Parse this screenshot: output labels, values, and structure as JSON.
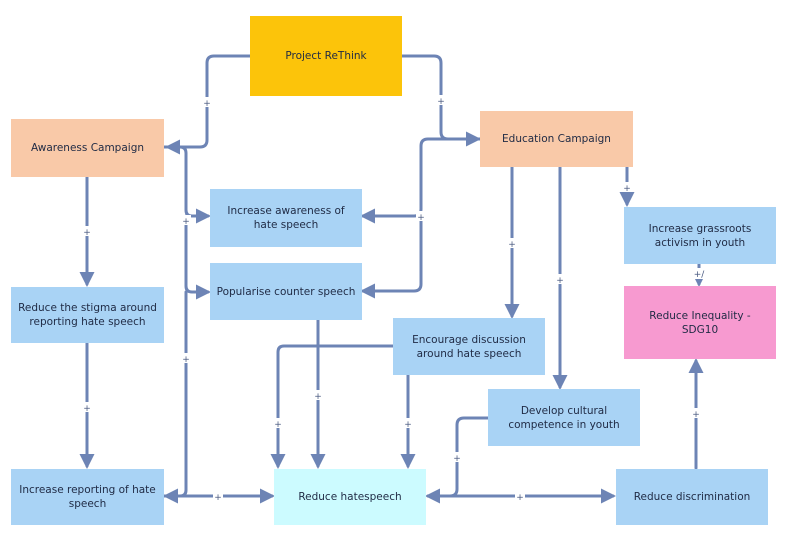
{
  "nodes": {
    "project_rethink": "Project ReThink",
    "awareness_campaign": "Awareness Campaign",
    "education_campaign": "Education Campaign",
    "increase_awareness": "Increase awareness of hate speech",
    "popularise_counter_speech": "Popularise counter speech",
    "reduce_stigma": "Reduce the stigma around reporting hate speech",
    "increase_reporting": "Increase reporting of hate speech",
    "reduce_hatespeech": "Reduce hatespeech",
    "encourage_discussion": "Encourage discussion around hate speech",
    "develop_competence": "Develop cultural competence in youth",
    "grassroots_activism": "Increase grassroots activism in youth",
    "reduce_inequality": "Reduce Inequality - SDG10",
    "reduce_discrimination": "Reduce discrimination"
  },
  "edge_labels": {
    "plus": "+",
    "plus_slash": "+/"
  },
  "colors": {
    "edge": "#6d84b5",
    "blue_node": "#a9d3f5",
    "awareness_node": "#f9c9a8",
    "project_node": "#fcc40a",
    "sdg_node": "#f79ad0",
    "hatespeech_node": "#ccfbff"
  }
}
